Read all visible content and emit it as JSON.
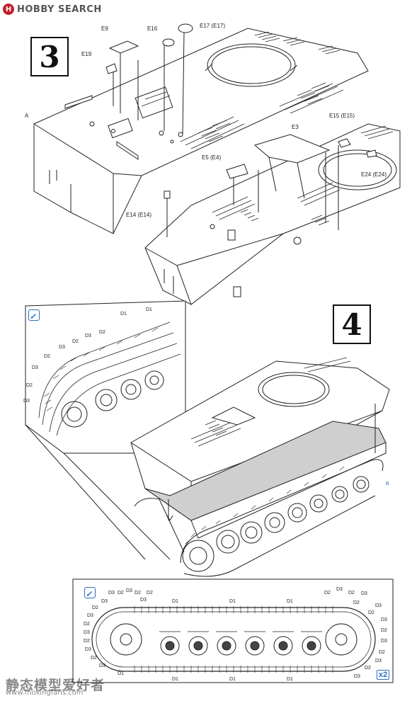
{
  "header": {
    "brand_text": "HOBBY SEARCH"
  },
  "steps": {
    "step3": "3",
    "step4": "4"
  },
  "step3_labels": {
    "a": "A",
    "e9": "E9",
    "e19": "E19",
    "e16": "E16",
    "e17": "E17 (E17)",
    "e15": "E15 (E15)",
    "e3": "E3",
    "e5": "E5 (E4)",
    "e24": "E24 (E24)",
    "e14": "E14 (E14)"
  },
  "detail_labels": {
    "d1a": "D1",
    "d1b": "D1",
    "d2a": "D2",
    "d2b": "D2",
    "d2c": "D2",
    "d2d": "D2",
    "d3a": "D3",
    "d3b": "D3",
    "d3c": "D3",
    "d3d": "D3"
  },
  "step4_labels": {
    "b": "B"
  },
  "track": {
    "top_left": [
      "D3",
      "D2",
      "D3",
      "D2",
      "D3",
      "D2"
    ],
    "top_right": [
      "D2",
      "D3",
      "D2",
      "D3"
    ],
    "left_side": [
      "D3",
      "D2",
      "D3",
      "D2",
      "D3",
      "D2",
      "D3",
      "D2",
      "D3"
    ],
    "right_side": [
      "D2",
      "D3",
      "D2",
      "D3",
      "D2",
      "D3",
      "D2",
      "D3",
      "D2",
      "D3"
    ],
    "top_d1": [
      "D1",
      "D1",
      "D1"
    ],
    "bottom_d1": [
      "D1",
      "D1",
      "D1",
      "D1"
    ],
    "quantity": "x2"
  },
  "watermark": {
    "cn": "静态模型爱好者",
    "url": "www.moxingfans.com"
  },
  "icons": {
    "paint": "paintbrush-icon"
  }
}
